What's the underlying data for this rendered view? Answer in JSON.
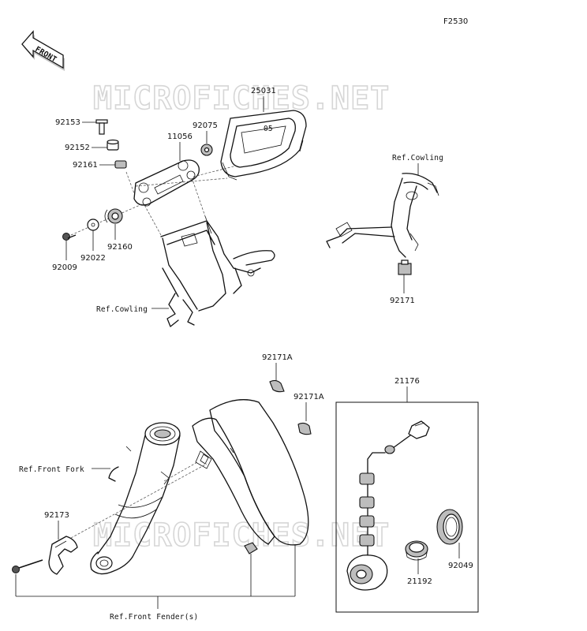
{
  "figure_code": "F2530",
  "front_arrow_label": "FRONT",
  "watermark_text": "MICROFICHES.NET",
  "part_labels": {
    "p25031": "25031",
    "p92153": "92153",
    "p92075": "92075",
    "p11056": "11056",
    "p92152": "92152",
    "p92161": "92161",
    "p92009": "92009",
    "p92022": "92022",
    "p92160": "92160",
    "p92171": "92171",
    "p92171A_1": "92171A",
    "p92171A_2": "92171A",
    "p21176": "21176",
    "p92173": "92173",
    "p21192": "21192",
    "p92049": "92049"
  },
  "ref_labels": {
    "cowling_top": "Ref.Cowling",
    "cowling_left": "Ref.Cowling",
    "front_fork": "Ref.Front Fork",
    "front_fender": "Ref.Front Fender(s)"
  },
  "meter_display_text": "05"
}
